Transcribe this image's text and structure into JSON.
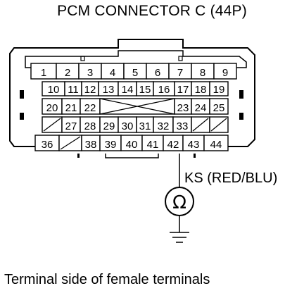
{
  "title": "PCM CONNECTOR C (44P)",
  "caption": "Terminal side of female terminals",
  "wire_label": "KS (RED/BLU)",
  "meter_symbol": "Ω",
  "icons": {
    "meter": "ohmmeter-icon",
    "ground": "ground-icon"
  },
  "rows": [
    [
      "1",
      "2",
      "3",
      "4",
      "5",
      "6",
      "7",
      "8",
      "9"
    ],
    [
      "10",
      "11",
      "12",
      "13",
      "14",
      "15",
      "16",
      "17",
      "18",
      "19"
    ],
    [
      "20",
      "21",
      "22",
      "",
      "23",
      "24",
      "25"
    ],
    [
      "",
      "27",
      "28",
      "29",
      "30",
      "31",
      "32",
      "33",
      "",
      ""
    ],
    [
      "36",
      "",
      "38",
      "39",
      "40",
      "41",
      "42",
      "43",
      "44"
    ]
  ]
}
